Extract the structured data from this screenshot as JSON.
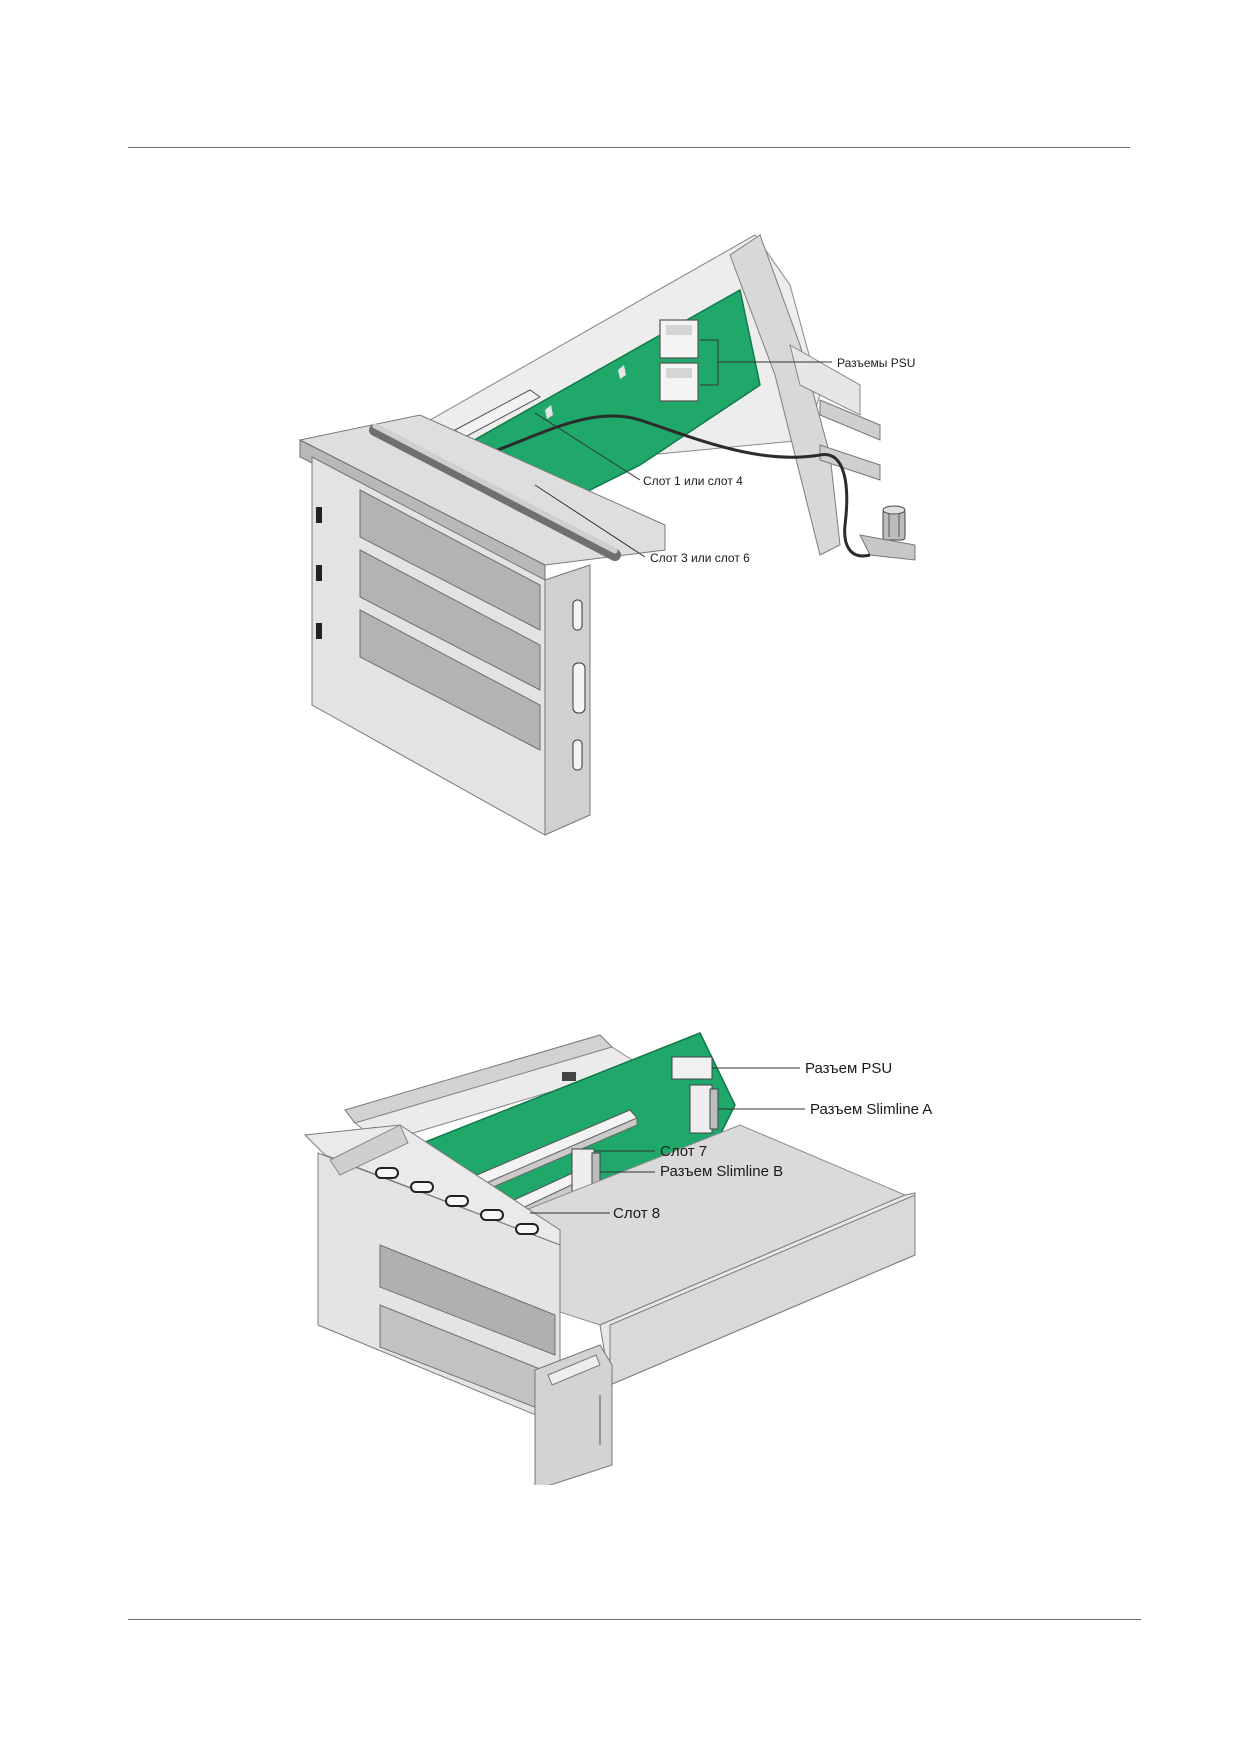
{
  "figure1": {
    "callouts": {
      "psu_connectors": "Разъемы PSU",
      "slot_1_4": "Слот 1 или слот  4",
      "slot_3_6": "Слот 3 или слот 6"
    }
  },
  "figure2": {
    "callouts": {
      "psu_connector": "Разъем PSU",
      "slimline_a": "Разъем Slimline A",
      "slot_7": "Слот 7",
      "slimline_b": "Разъем Slimline B",
      "slot_8": "Слот 8"
    }
  },
  "colors": {
    "pcb": "#1fa86a",
    "metal_light": "#ececec",
    "metal_mid": "#c9c9c9",
    "metal_dark": "#8e8e8e",
    "cable": "#2b2b2b"
  }
}
